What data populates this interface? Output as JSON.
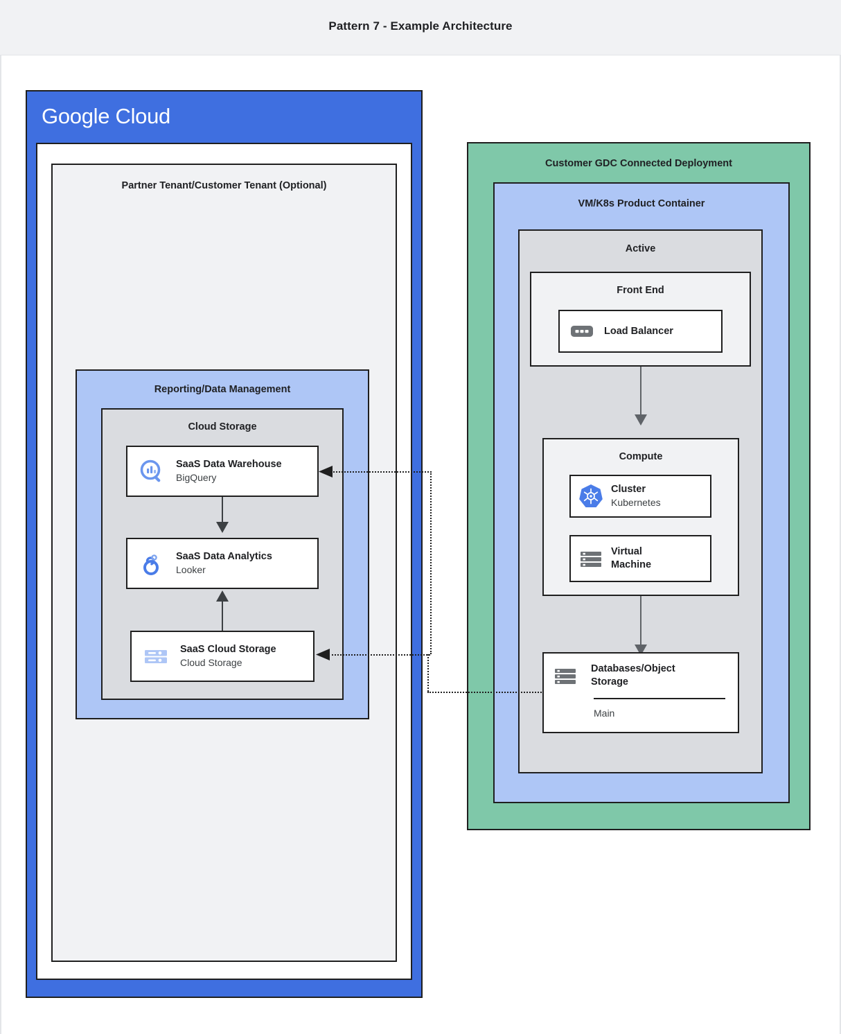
{
  "header": {
    "title": "Pattern 7 - Example Architecture"
  },
  "google_cloud": {
    "logo_bold": "Google",
    "logo_thin": "Cloud",
    "brand_color": "#3f6fe0",
    "tenant": {
      "title": "Partner Tenant/Customer Tenant (Optional)"
    },
    "reporting": {
      "title": "Reporting/Data Management",
      "band_color": "#aec6f6",
      "cloud_storage_group": {
        "title": "Cloud Storage",
        "band_color": "#dadce0",
        "items": [
          {
            "icon": "bigquery-icon",
            "title": "SaaS Data Warehouse",
            "subtitle": "BigQuery"
          },
          {
            "icon": "looker-icon",
            "title": "SaaS Data Analytics",
            "subtitle": "Looker"
          },
          {
            "icon": "cloud-storage-icon",
            "title": "SaaS Cloud Storage",
            "subtitle": "Cloud Storage"
          }
        ]
      }
    }
  },
  "gdc": {
    "title": "Customer GDC Connected Deployment",
    "band_color": "#7fc8a9",
    "product_container": {
      "title": "VM/K8s Product Container",
      "band_color": "#aec6f6",
      "active": {
        "title": "Active",
        "band_color": "#dadce0",
        "front_end": {
          "title": "Front End",
          "items": [
            {
              "icon": "load-balancer-icon",
              "title": "Load Balancer",
              "subtitle": ""
            }
          ]
        },
        "compute": {
          "title": "Compute",
          "items": [
            {
              "icon": "kubernetes-icon",
              "title": "Cluster",
              "subtitle": "Kubernetes"
            },
            {
              "icon": "virtual-machine-icon",
              "title": "Virtual\nMachine",
              "title_line1": "Virtual",
              "title_line2": "Machine",
              "subtitle": ""
            }
          ]
        },
        "database": {
          "icon": "database-icon",
          "title_line1": "Databases/Object",
          "title_line2": "Storage",
          "footer": "Main"
        }
      }
    }
  },
  "connectors": {
    "front_end_to_compute": "arrow-down",
    "compute_to_database": "arrow-down",
    "warehouse_to_analytics": "arrow-down",
    "storage_to_analytics": "arrow-up",
    "database_to_warehouse": "dotted-arrow-left",
    "database_to_cloud_storage": "dotted-arrow-left"
  }
}
